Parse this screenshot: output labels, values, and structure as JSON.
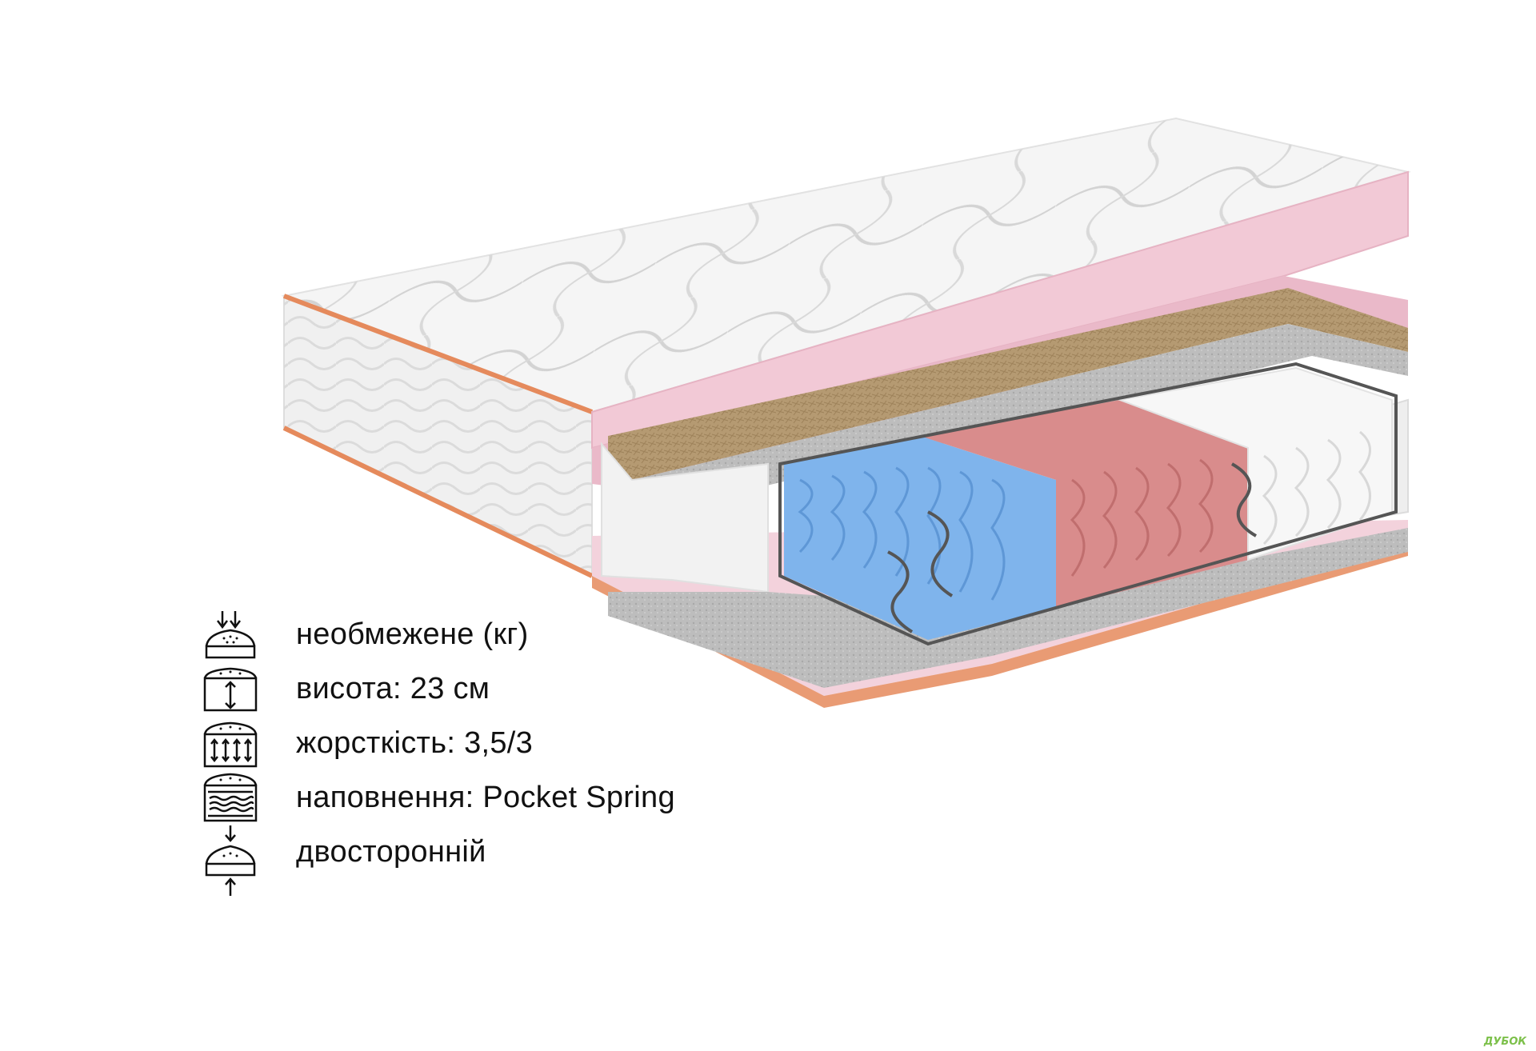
{
  "product": {
    "name": "Pocket Spring mattress",
    "illustration": "mattress-cutaway",
    "colors": {
      "cover": "#f4f4f4",
      "edging": "#e58a5c",
      "pink_foam": "#f0c6d4",
      "coir": "#b59a72",
      "felt": "#b9b9b9",
      "springs_soft": "#7fb4ec",
      "springs_medium": "#d98c8c",
      "springs_firm": "#f4f4f4",
      "frame_wire": "#555555"
    }
  },
  "specs": [
    {
      "icon": "weight-load-icon",
      "text": "необмежене (кг)"
    },
    {
      "icon": "height-icon",
      "text": "висота: 23 см"
    },
    {
      "icon": "firmness-icon",
      "text": "жорсткість: 3,5/3"
    },
    {
      "icon": "filling-icon",
      "text": "наповнення: Pocket Spring"
    },
    {
      "icon": "double-sided-icon",
      "text": "двосторонній"
    }
  ],
  "watermark": "ДУБОК"
}
